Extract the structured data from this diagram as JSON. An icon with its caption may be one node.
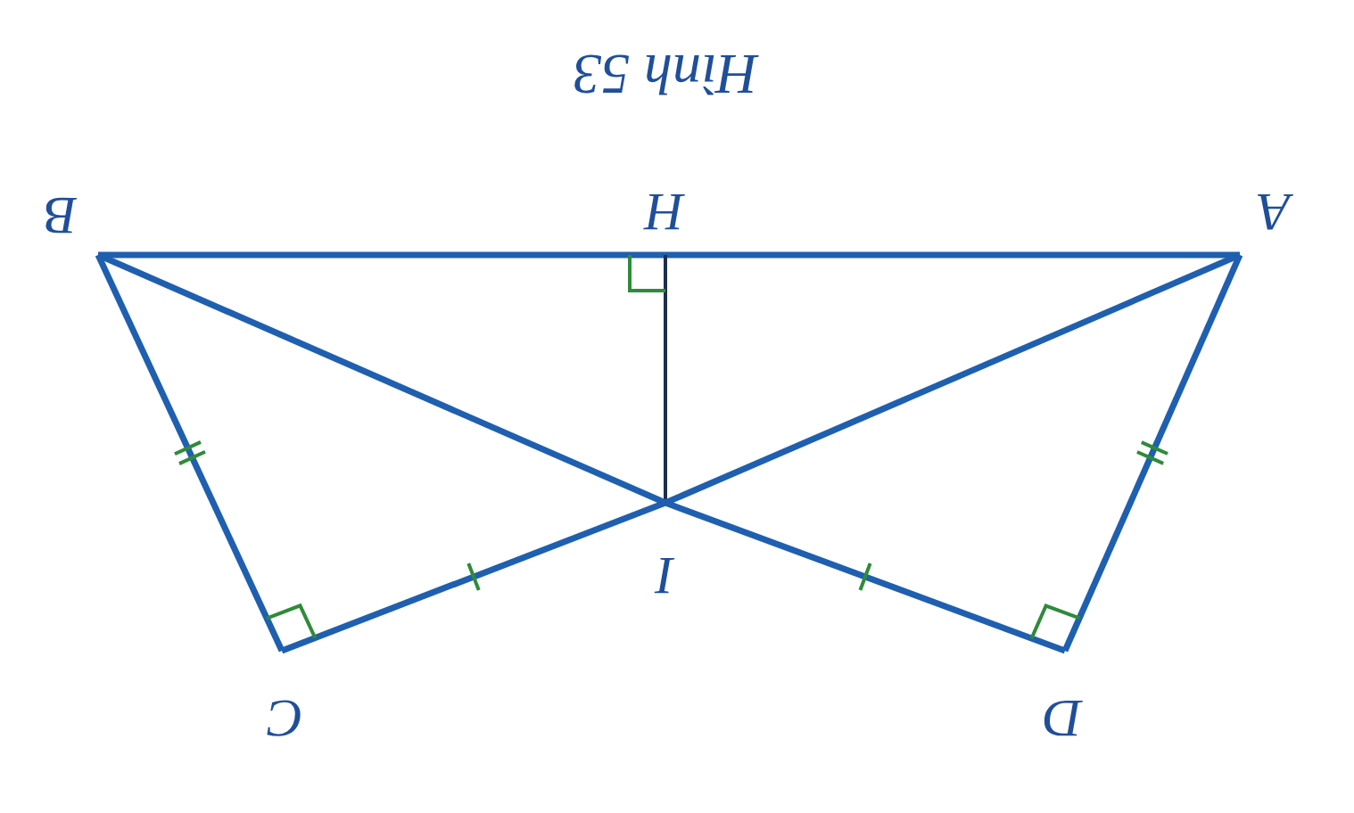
{
  "diagram": {
    "caption": "Hình 53",
    "nodes": [
      {
        "text": [
          "B"
        ]
      },
      {
        "text": [
          "H"
        ]
      },
      {
        "text": [
          "A"
        ]
      },
      {
        "text": [
          "I"
        ]
      },
      {
        "text": [
          "C"
        ]
      },
      {
        "text": [
          "D"
        ]
      }
    ],
    "edges": [
      {
        "from": 0,
        "to": 1,
        "arrow": "none"
      },
      {
        "from": 1,
        "to": 2,
        "arrow": "none"
      },
      {
        "from": 1,
        "to": 3,
        "arrow": "none",
        "color": "#1b2f4f"
      },
      {
        "from": 0,
        "to": 4,
        "arrow": "none"
      },
      {
        "from": 4,
        "to": 3,
        "arrow": "none"
      },
      {
        "from": 3,
        "to": 2,
        "arrow": "none"
      },
      {
        "from": 0,
        "to": 3,
        "arrow": "none"
      },
      {
        "from": 3,
        "to": 5,
        "arrow": "none"
      },
      {
        "from": 5,
        "to": 2,
        "arrow": "none"
      }
    ]
  }
}
